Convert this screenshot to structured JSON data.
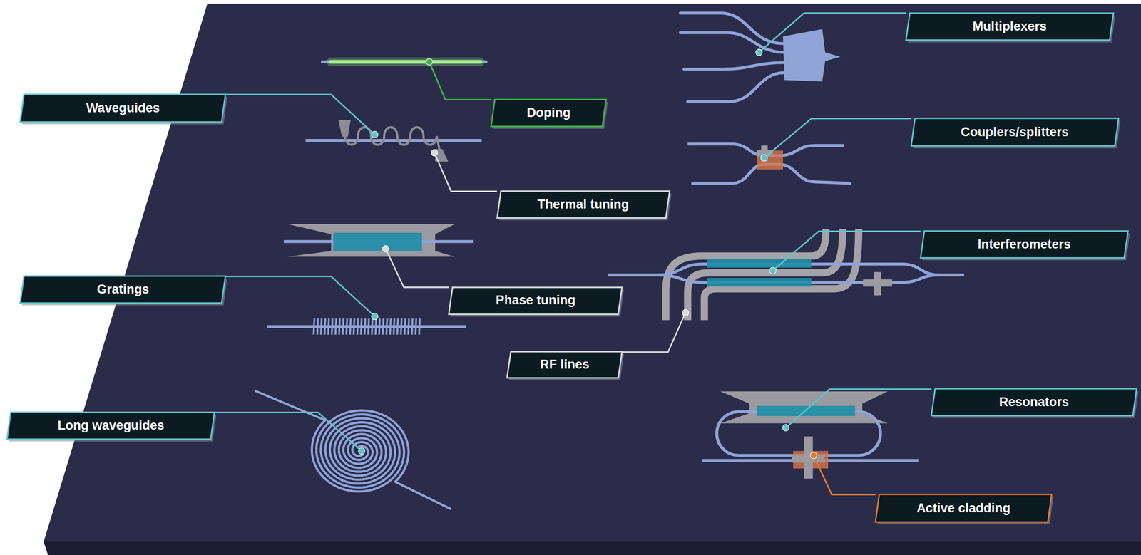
{
  "diagram": {
    "nodes": [
      {
        "text": [
          "Multiplexers"
        ]
      },
      {
        "text": [
          "Waveguides"
        ]
      },
      {
        "text": [
          "Doping"
        ]
      },
      {
        "text": [
          "Couplers/splitters"
        ]
      },
      {
        "text": [
          "Thermal tuning"
        ]
      },
      {
        "text": [
          "Interferometers"
        ]
      },
      {
        "text": [
          "Gratings"
        ]
      },
      {
        "text": [
          "Phase tuning"
        ]
      },
      {
        "text": [
          "RF lines"
        ]
      },
      {
        "text": [
          "Resonators"
        ]
      },
      {
        "text": [
          "Long waveguides"
        ]
      },
      {
        "text": [
          "Active cladding"
        ]
      }
    ]
  }
}
